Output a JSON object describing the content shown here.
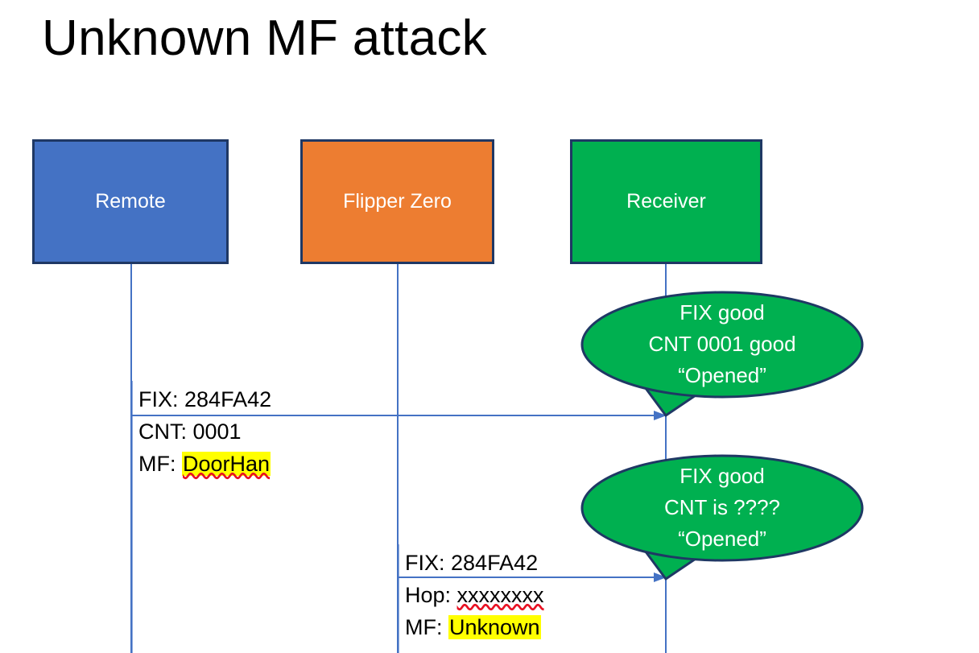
{
  "slide": {
    "title": "Unknown MF attack",
    "background_color": "#FFFFFF"
  },
  "colors": {
    "remote_fill": "#4472C4",
    "flipper_fill": "#ED7D31",
    "receiver_fill": "#00B050",
    "box_border": "#1F3864",
    "lifeline": "#4472C4",
    "arrow": "#4472C4",
    "bubble_fill": "#00B050",
    "bubble_border": "#1F3864",
    "highlight": "#FFFF00",
    "spellcheck_underline": "#E81123",
    "text_dark": "#000000",
    "text_light": "#FFFFFF"
  },
  "lanes": [
    {
      "id": "remote",
      "label": "Remote"
    },
    {
      "id": "flipper",
      "label": "Flipper Zero"
    },
    {
      "id": "receiver",
      "label": "Receiver"
    }
  ],
  "messages": [
    {
      "id": "remote-to-receiver",
      "from": "remote",
      "to": "receiver",
      "lines": [
        {
          "label": "FIX: ",
          "value": "284FA42",
          "highlight": false,
          "spellcheck": false
        },
        {
          "label": "CNT: ",
          "value": "0001",
          "highlight": false,
          "spellcheck": false
        },
        {
          "label": "MF: ",
          "value": "DoorHan",
          "highlight": true,
          "spellcheck": true
        }
      ]
    },
    {
      "id": "flipper-to-receiver",
      "from": "flipper",
      "to": "receiver",
      "lines": [
        {
          "label": "FIX: ",
          "value": "284FA42",
          "highlight": false,
          "spellcheck": false
        },
        {
          "label": "Hop: ",
          "value": "xxxxxxxx",
          "highlight": false,
          "spellcheck": true
        },
        {
          "label": "MF: ",
          "value": "Unknown",
          "highlight": true,
          "spellcheck": false
        }
      ]
    }
  ],
  "callouts": [
    {
      "id": "callout-first",
      "line1": "FIX good",
      "line2": "CNT 0001 good",
      "line3": "“Opened”"
    },
    {
      "id": "callout-second",
      "line1": "FIX good",
      "line2": "CNT is ????",
      "line3": "“Opened”"
    }
  ]
}
